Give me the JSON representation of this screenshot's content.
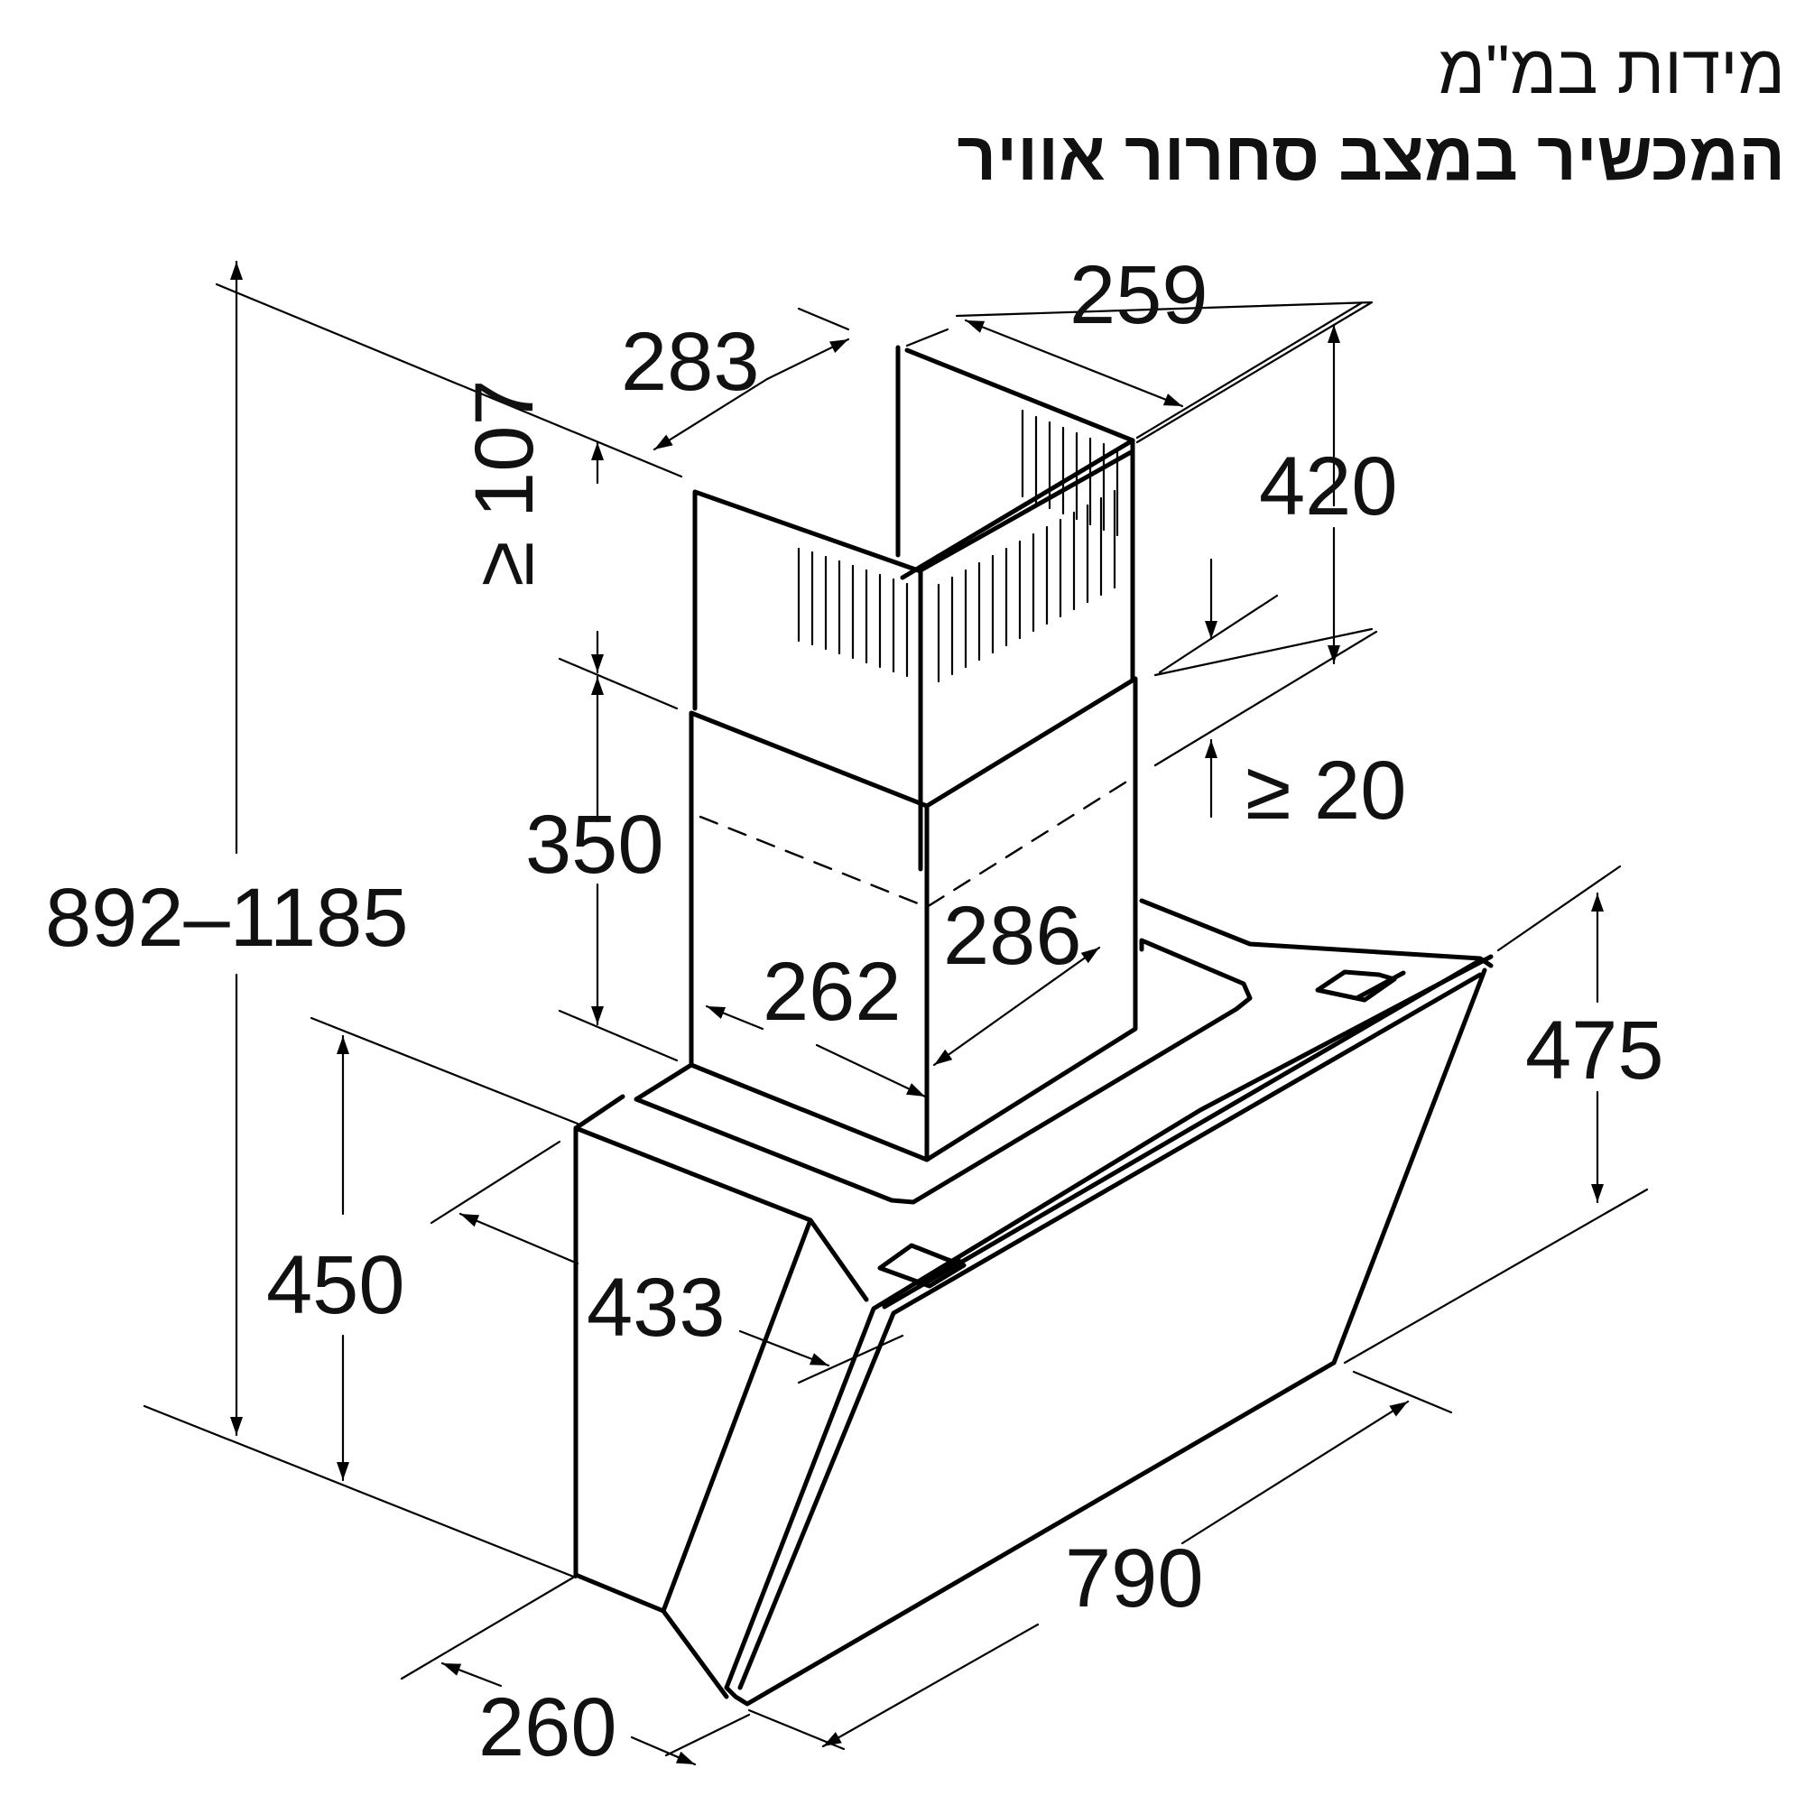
{
  "header": {
    "subtitle": "מידות במ\"מ",
    "title": "המכשיר במצב סחרור אוויר"
  },
  "dimensions": {
    "d_283": "283",
    "d_259": "259",
    "d_420": "420",
    "d_107": "≥ 107",
    "d_20": "≥ 20",
    "d_350": "350",
    "d_892_1185": "892–1185",
    "d_286": "286",
    "d_262": "262",
    "d_475": "475",
    "d_450": "450",
    "d_433": "433",
    "d_790": "790",
    "d_260": "260"
  }
}
